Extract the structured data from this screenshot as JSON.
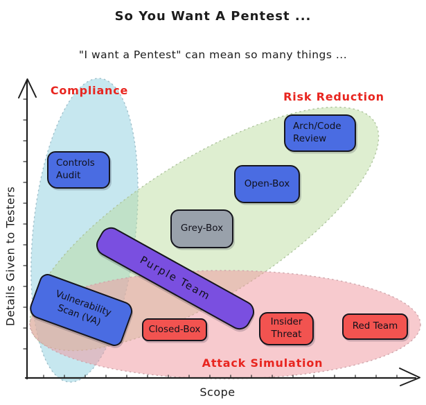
{
  "title": "So You Want A Pentest ...",
  "subtitle": "\"I want a Pentest\" can mean so many things ...",
  "axes": {
    "x_label": "Scope",
    "y_label": "Details Given to Testers"
  },
  "regions": {
    "compliance": {
      "label": "Compliance",
      "fill": "#8ecfe0",
      "edge": "#9fbfca",
      "label_color": "#e8251f"
    },
    "risk_reduction": {
      "label": "Risk Reduction",
      "fill": "#b9dc9c",
      "edge": "#adc49c",
      "label_color": "#e8251f"
    },
    "attack_simulation": {
      "label": "Attack Simulation",
      "fill": "#ef9aa1",
      "edge": "#cfa6ab",
      "label_color": "#e8251f"
    }
  },
  "boxes": {
    "controls_audit": {
      "line1": "Controls",
      "line2": "Audit",
      "color": "#4a6ce2"
    },
    "arch_code_review": {
      "line1": "Arch/Code",
      "line2": "Review",
      "color": "#4a6ce2"
    },
    "open_box": {
      "line1": "Open-Box",
      "color": "#4a6ce2"
    },
    "grey_box": {
      "line1": "Grey-Box",
      "color": "#99a1ab"
    },
    "purple_team": {
      "line1": "Purple Team",
      "color": "#7a4fe0"
    },
    "vulnerability_scan": {
      "line1": "Vulnerability",
      "line2": "Scan (VA)",
      "color": "#4a6ce2"
    },
    "closed_box": {
      "line1": "Closed-Box",
      "color": "#f25350"
    },
    "insider_threat": {
      "line1": "Insider",
      "line2": "Threat",
      "color": "#f25350"
    },
    "red_team": {
      "line1": "Red Team",
      "color": "#f25350"
    }
  },
  "chart_data": {
    "type": "scatter",
    "title": "So You Want A Pentest ...",
    "subtitle": "\"I want a Pentest\" can mean so many things ...",
    "xlabel": "Scope",
    "ylabel": "Details Given to Testers",
    "x_axis": {
      "range": [
        0,
        1
      ],
      "tick_labels": "none (unlabeled minor ticks)"
    },
    "y_axis": {
      "range": [
        0,
        1
      ],
      "tick_labels": "none (unlabeled minor ticks)"
    },
    "grid": false,
    "legend": "none",
    "points": [
      {
        "label": "Controls Audit",
        "x": 0.13,
        "y": 0.7,
        "box_color": "blue",
        "regions": [
          "Compliance"
        ]
      },
      {
        "label": "Arch/Code Review",
        "x": 0.75,
        "y": 0.82,
        "box_color": "blue",
        "regions": [
          "Risk Reduction"
        ]
      },
      {
        "label": "Open-Box",
        "x": 0.62,
        "y": 0.65,
        "box_color": "blue",
        "regions": [
          "Risk Reduction"
        ]
      },
      {
        "label": "Grey-Box",
        "x": 0.45,
        "y": 0.5,
        "box_color": "grey",
        "regions": [
          "Risk Reduction"
        ]
      },
      {
        "label": "Purple Team",
        "x": 0.38,
        "y": 0.33,
        "box_color": "purple",
        "rotation_deg": 29,
        "regions": [
          "Risk Reduction",
          "Attack Simulation"
        ]
      },
      {
        "label": "Vulnerability Scan (VA)",
        "x": 0.14,
        "y": 0.23,
        "box_color": "blue",
        "rotation_deg": 20,
        "regions": [
          "Compliance",
          "Attack Simulation"
        ]
      },
      {
        "label": "Closed-Box",
        "x": 0.38,
        "y": 0.16,
        "box_color": "red",
        "regions": [
          "Attack Simulation"
        ]
      },
      {
        "label": "Insider Threat",
        "x": 0.66,
        "y": 0.17,
        "box_color": "red",
        "regions": [
          "Attack Simulation"
        ]
      },
      {
        "label": "Red Team",
        "x": 0.9,
        "y": 0.17,
        "box_color": "red",
        "regions": [
          "Attack Simulation"
        ]
      }
    ],
    "region_ellipses": [
      {
        "label": "Compliance",
        "orientation": "vertical",
        "covers": [
          "Controls Audit",
          "Vulnerability Scan (VA)"
        ]
      },
      {
        "label": "Risk Reduction",
        "orientation": "diagonal-up-right",
        "covers": [
          "Arch/Code Review",
          "Open-Box",
          "Grey-Box",
          "Purple Team"
        ]
      },
      {
        "label": "Attack Simulation",
        "orientation": "horizontal",
        "covers": [
          "Closed-Box",
          "Insider Threat",
          "Red Team",
          "Purple Team",
          "Vulnerability Scan (VA)"
        ]
      }
    ]
  }
}
